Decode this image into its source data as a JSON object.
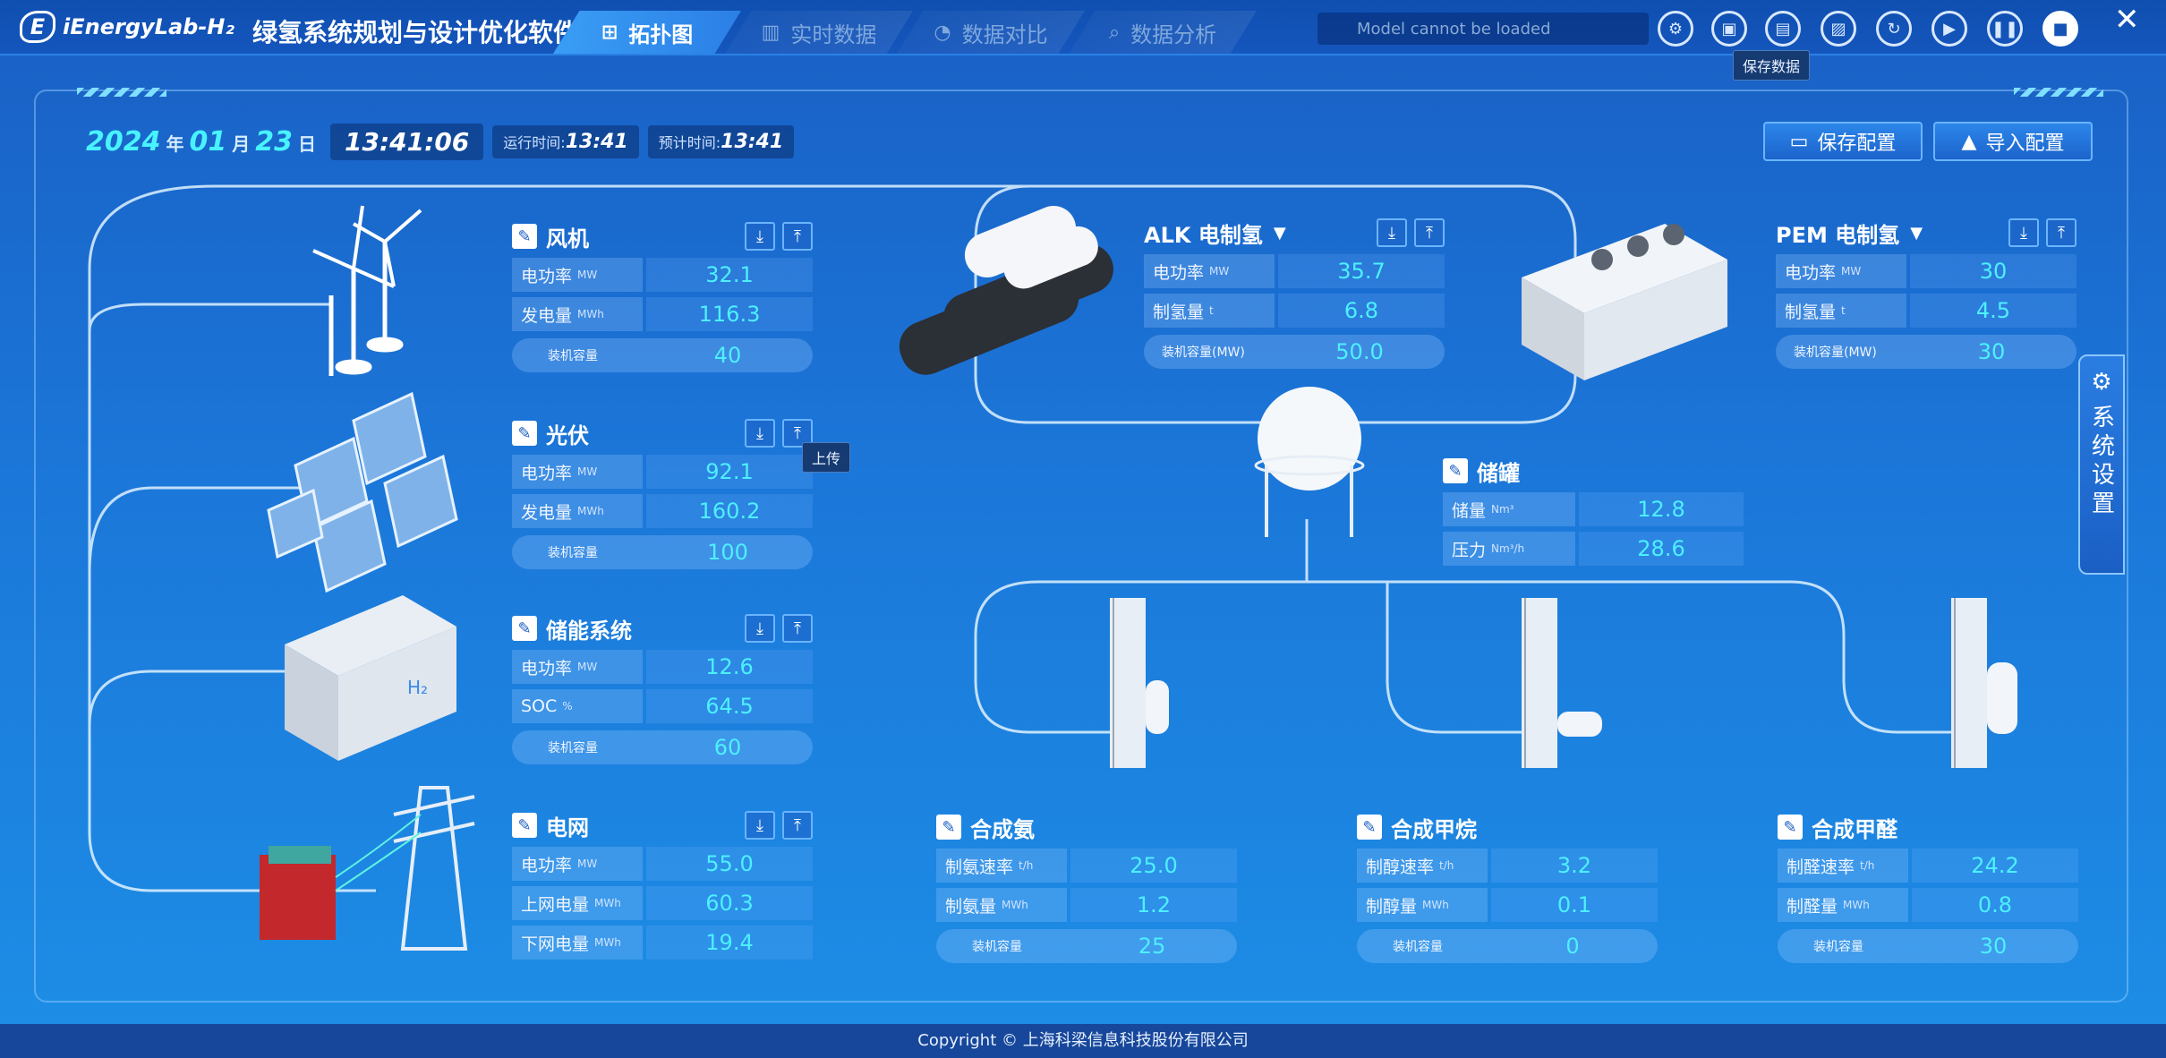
{
  "header": {
    "logo_letter": "E",
    "logo_text": "iEnergyLab-H₂",
    "app_title": "绿氢系统规划与设计优化软件",
    "tabs": [
      {
        "label": "拓扑图",
        "icon": "⊞"
      },
      {
        "label": "实时数据",
        "icon": "▥"
      },
      {
        "label": "数据对比",
        "icon": "◔"
      },
      {
        "label": "数据分析",
        "icon": "⌕"
      }
    ],
    "model_status": "Model cannot be loaded",
    "controls": [
      {
        "name": "settings-icon",
        "glyph": "⚙"
      },
      {
        "name": "save-icon",
        "glyph": "▣"
      },
      {
        "name": "document-icon",
        "glyph": "▤"
      },
      {
        "name": "image-icon",
        "glyph": "▨"
      },
      {
        "name": "refresh-icon",
        "glyph": "↻"
      },
      {
        "name": "play-icon",
        "glyph": "▶"
      },
      {
        "name": "pause-icon",
        "glyph": "❚❚"
      },
      {
        "name": "stop-icon",
        "glyph": "■"
      }
    ],
    "close": "✕",
    "save_tooltip": "保存数据"
  },
  "datetime": {
    "year": "2024",
    "year_unit": "年",
    "month": "01",
    "month_unit": "月",
    "day": "23",
    "day_unit": "日",
    "time": "13:41:06",
    "run_label": "运行时间:",
    "run_value": "13:41",
    "est_label": "预计时间:",
    "est_value": "13:41"
  },
  "config": {
    "save": "保存配置",
    "import": "导入配置"
  },
  "panels": {
    "wind": {
      "title": "风机",
      "rows": [
        {
          "label": "电功率",
          "unit": "MW",
          "value": "32.1"
        },
        {
          "label": "发电量",
          "unit": "MWh",
          "value": "116.3"
        }
      ],
      "cap_label": "装机容量",
      "cap_value": "40"
    },
    "pv": {
      "title": "光伏",
      "rows": [
        {
          "label": "电功率",
          "unit": "MW",
          "value": "92.1"
        },
        {
          "label": "发电量",
          "unit": "MWh",
          "value": "160.2"
        }
      ],
      "cap_label": "装机容量",
      "cap_value": "100",
      "upload_tooltip": "上传"
    },
    "storage": {
      "title": "储能系统",
      "rows": [
        {
          "label": "电功率",
          "unit": "MW",
          "value": "12.6"
        },
        {
          "label": "SOC",
          "unit": "%",
          "value": "64.5"
        }
      ],
      "cap_label": "装机容量",
      "cap_value": "60"
    },
    "grid": {
      "title": "电网",
      "rows": [
        {
          "label": "电功率",
          "unit": "MW",
          "value": "55.0"
        },
        {
          "label": "上网电量",
          "unit": "MWh",
          "value": "60.3"
        },
        {
          "label": "下网电量",
          "unit": "MWh",
          "value": "19.4"
        }
      ]
    },
    "alk": {
      "title": "ALK 电制氢",
      "rows": [
        {
          "label": "电功率",
          "unit": "MW",
          "value": "35.7"
        },
        {
          "label": "制氢量",
          "unit": "t",
          "value": "6.8"
        }
      ],
      "cap_label": "装机容量(MW)",
      "cap_value": "50.0"
    },
    "pem": {
      "title": "PEM 电制氢",
      "rows": [
        {
          "label": "电功率",
          "unit": "MW",
          "value": "30"
        },
        {
          "label": "制氢量",
          "unit": "t",
          "value": "4.5"
        }
      ],
      "cap_label": "装机容量(MW)",
      "cap_value": "30"
    },
    "tank": {
      "title": "储罐",
      "rows": [
        {
          "label": "储量",
          "unit": "Nm³",
          "value": "12.8"
        },
        {
          "label": "压力",
          "unit": "Nm³/h",
          "value": "28.6"
        }
      ]
    },
    "ammonia": {
      "title": "合成氨",
      "rows": [
        {
          "label": "制氨速率",
          "unit": "t/h",
          "value": "25.0"
        },
        {
          "label": "制氨量",
          "unit": "MWh",
          "value": "1.2"
        }
      ],
      "cap_label": "装机容量",
      "cap_value": "25"
    },
    "methane": {
      "title": "合成甲烷",
      "rows": [
        {
          "label": "制醇速率",
          "unit": "t/h",
          "value": "3.2"
        },
        {
          "label": "制醇量",
          "unit": "MWh",
          "value": "0.1"
        }
      ],
      "cap_label": "装机容量",
      "cap_value": "0"
    },
    "methanol": {
      "title": "合成甲醛",
      "rows": [
        {
          "label": "制醛速率",
          "unit": "t/h",
          "value": "24.2"
        },
        {
          "label": "制醛量",
          "unit": "MWh",
          "value": "0.8"
        }
      ],
      "cap_label": "装机容量",
      "cap_value": "30"
    }
  },
  "side_tab": "系统设置",
  "footer": "Copyright © 上海科梁信息科技股份有限公司"
}
